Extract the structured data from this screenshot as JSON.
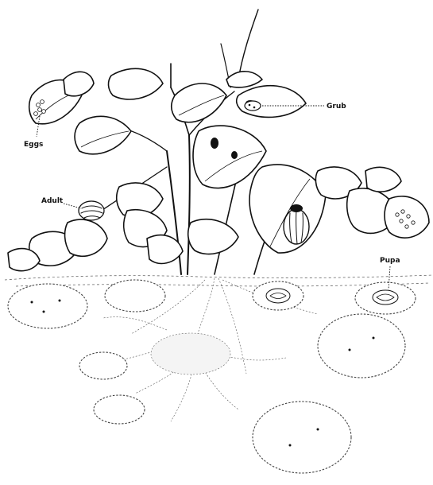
{
  "labels": {
    "grub": "Grub",
    "eggs": "Eggs",
    "adult": "Adult",
    "pupa": "Pupa"
  }
}
